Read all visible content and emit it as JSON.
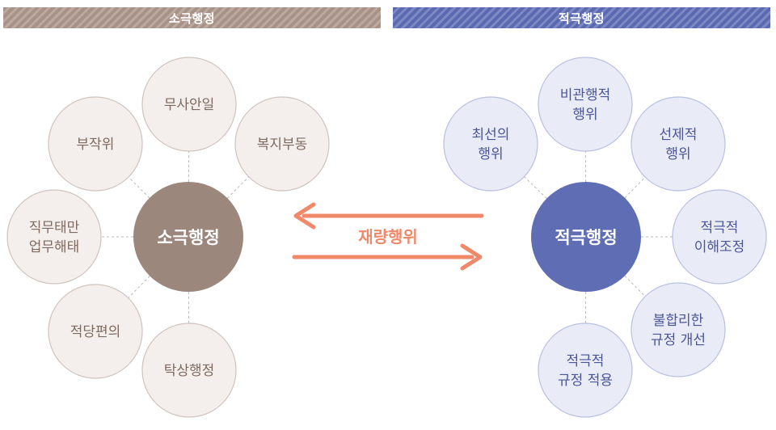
{
  "banners": {
    "left": "소극행정",
    "right": "적극행정"
  },
  "middle_label": "재량행위",
  "passive": {
    "center": "소극행정",
    "items": [
      [
        "무사안일"
      ],
      [
        "복지부동"
      ],
      [
        "탁상행정"
      ],
      [
        "적당편의"
      ],
      [
        "직무태만",
        "업무해태"
      ],
      [
        "부작위"
      ]
    ]
  },
  "active": {
    "center": "적극행정",
    "items": [
      [
        "비관행적",
        "행위"
      ],
      [
        "선제적",
        "행위"
      ],
      [
        "적극적",
        "이해조정"
      ],
      [
        "불합리한",
        "규정 개선"
      ],
      [
        "적극적",
        "규정 적용"
      ],
      [
        "최선의",
        "행위"
      ]
    ]
  },
  "colors": {
    "passive_center": "#9c877c",
    "passive_small_fill": "#f4efed",
    "passive_small_stroke": "#cfc3bd",
    "passive_text": "#7e6a60",
    "active_center": "#5f6db4",
    "active_small_fill": "#e9ebf6",
    "active_small_stroke": "#b9c0e1",
    "active_text": "#4b559a",
    "arrow": "#f0896a",
    "connector": "#b8b8b8"
  }
}
